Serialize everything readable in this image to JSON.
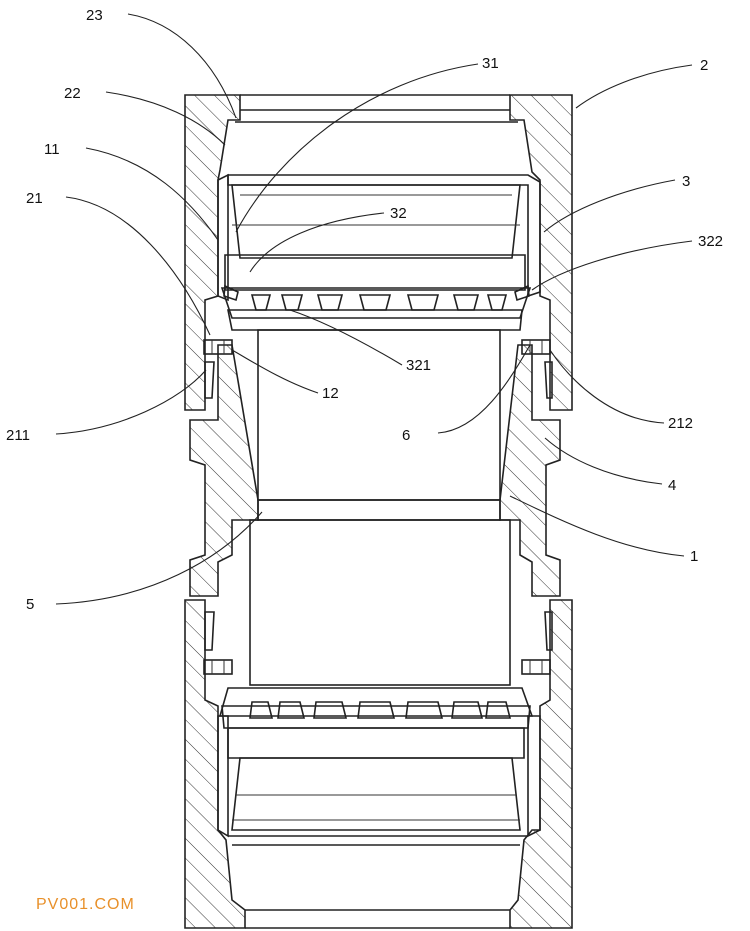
{
  "labels": {
    "l23": "23",
    "l22": "22",
    "l11": "11",
    "l21": "21",
    "l211": "211",
    "l31": "31",
    "l32": "32",
    "l2": "2",
    "l3": "3",
    "l322": "322",
    "l321": "321",
    "l12": "12",
    "l6": "6",
    "l212": "212",
    "l4": "4",
    "l1": "1",
    "l5": "5"
  },
  "watermark": "PV001.COM"
}
